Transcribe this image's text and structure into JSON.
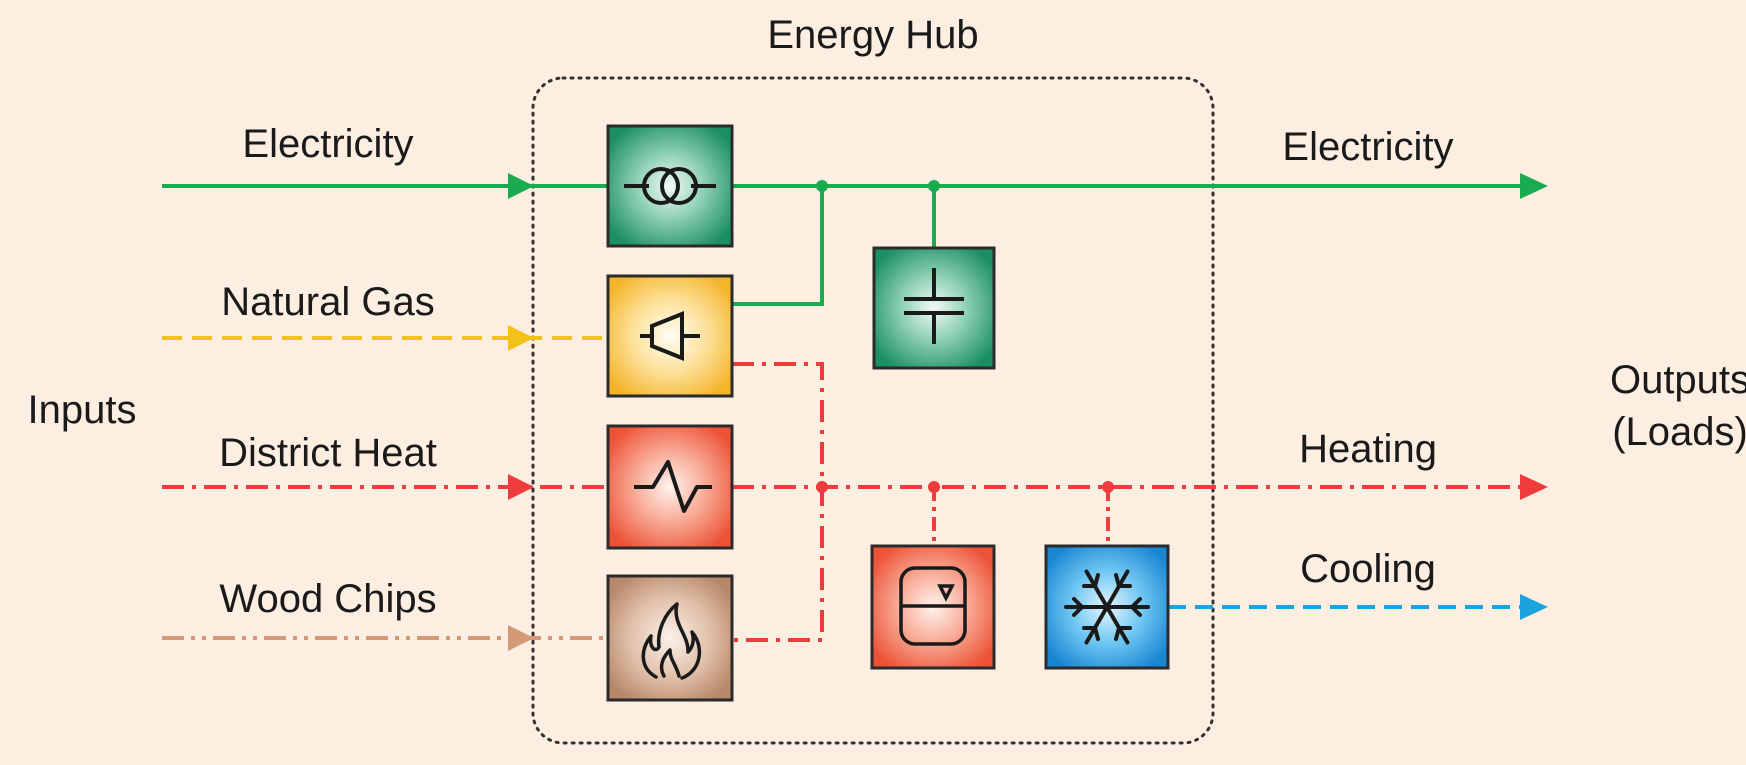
{
  "title": "Energy Hub",
  "inputs_label": "Inputs",
  "outputs_label_line1": "Outputs",
  "outputs_label_line2": "(Loads)",
  "inputs": [
    {
      "label": "Electricity",
      "color": "#1aaa50",
      "style": "solid"
    },
    {
      "label": "Natural Gas",
      "color": "#f2c21a",
      "style": "dashed"
    },
    {
      "label": "District Heat",
      "color": "#ee3b3b",
      "style": "dash-dot"
    },
    {
      "label": "Wood Chips",
      "color": "#d49a78",
      "style": "dash-dot-dot"
    }
  ],
  "outputs": [
    {
      "label": "Electricity",
      "color": "#1aaa50",
      "style": "solid"
    },
    {
      "label": "Heating",
      "color": "#ee3b3b",
      "style": "dash-dot"
    },
    {
      "label": "Cooling",
      "color": "#1ba3e0",
      "style": "dashed"
    }
  ],
  "components": [
    {
      "name": "transformer",
      "icon": "transformer-icon",
      "color": "#1f9a6a"
    },
    {
      "name": "gas-turbine",
      "icon": "gas-turbine-icon",
      "color": "#f5c33a"
    },
    {
      "name": "heat-exchanger",
      "icon": "heat-exchanger-icon",
      "color": "#f0644a"
    },
    {
      "name": "wood-chip-furnace",
      "icon": "flame-icon",
      "color": "#c08f70"
    },
    {
      "name": "electrical-storage",
      "icon": "capacitor-icon",
      "color": "#1f9a6a"
    },
    {
      "name": "heat-storage",
      "icon": "tank-icon",
      "color": "#f0644a"
    },
    {
      "name": "absorption-chiller",
      "icon": "snowflake-icon",
      "color": "#1e8fd6"
    }
  ]
}
